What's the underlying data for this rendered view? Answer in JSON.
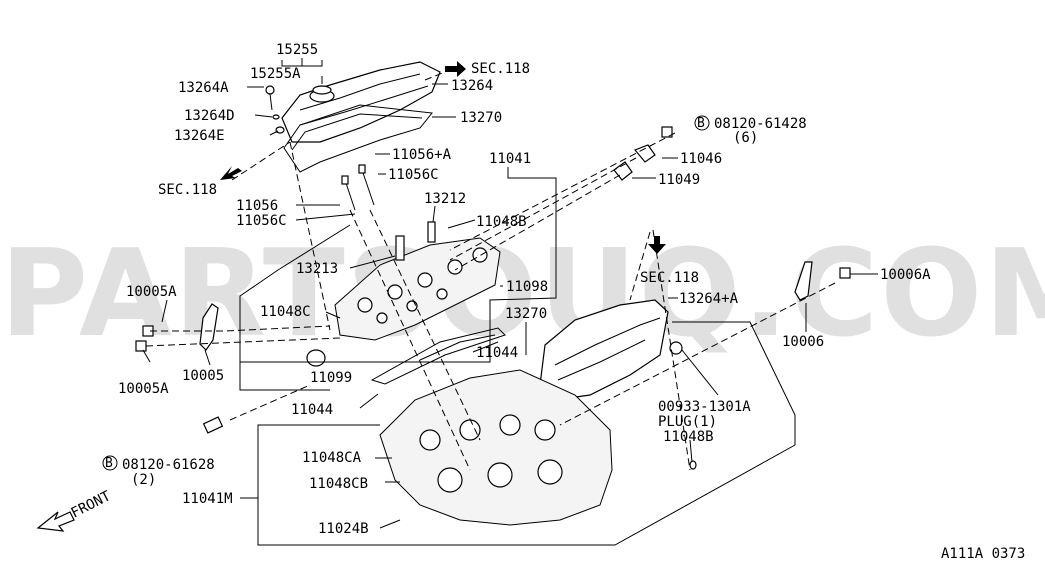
{
  "watermark": "PARTSOUQ.COM",
  "diagram_code": "A111A 0373",
  "direction": {
    "front_label": "FRONT"
  },
  "section_refs": {
    "sec_top": "SEC.118",
    "sec_left": "SEC.118",
    "sec_mid": "SEC.118"
  },
  "bolt_refs": {
    "b1": {
      "badge": "B",
      "code": "08120-61428",
      "qty": "(6)"
    },
    "b2": {
      "badge": "B",
      "code": "08120-61628",
      "qty": "(2)"
    }
  },
  "plug_ref": {
    "code": "00933-1301A",
    "desc": "PLUG(1)"
  },
  "labels": {
    "p15255": "15255",
    "p15255A": "15255A",
    "p13264A": "13264A",
    "p13264": "13264",
    "p13264D": "13264D",
    "p13270_top": "13270",
    "p13264E": "13264E",
    "p11056A": "11056+A",
    "p11041": "11041",
    "p11056C_a": "11056C",
    "p11056": "11056",
    "p11056C_b": "11056C",
    "p13212": "13212",
    "p11048B_a": "11048B",
    "p11046": "11046",
    "p11049": "11049",
    "p13213": "13213",
    "p10006A": "10006A",
    "p11098": "11098",
    "p10005A_a": "10005A",
    "p13264_plusA": "13264+A",
    "p11048C": "11048C",
    "p13270_mid": "13270",
    "p10006": "10006",
    "p11044_a": "11044",
    "p11099": "11099",
    "p10005": "10005",
    "p10005A_b": "10005A",
    "p11044_b": "11044",
    "p11048B_b": "11048B",
    "p11048CA": "11048CA",
    "p11048CB": "11048CB",
    "p11041M": "11041M",
    "p11024B": "11024B"
  }
}
